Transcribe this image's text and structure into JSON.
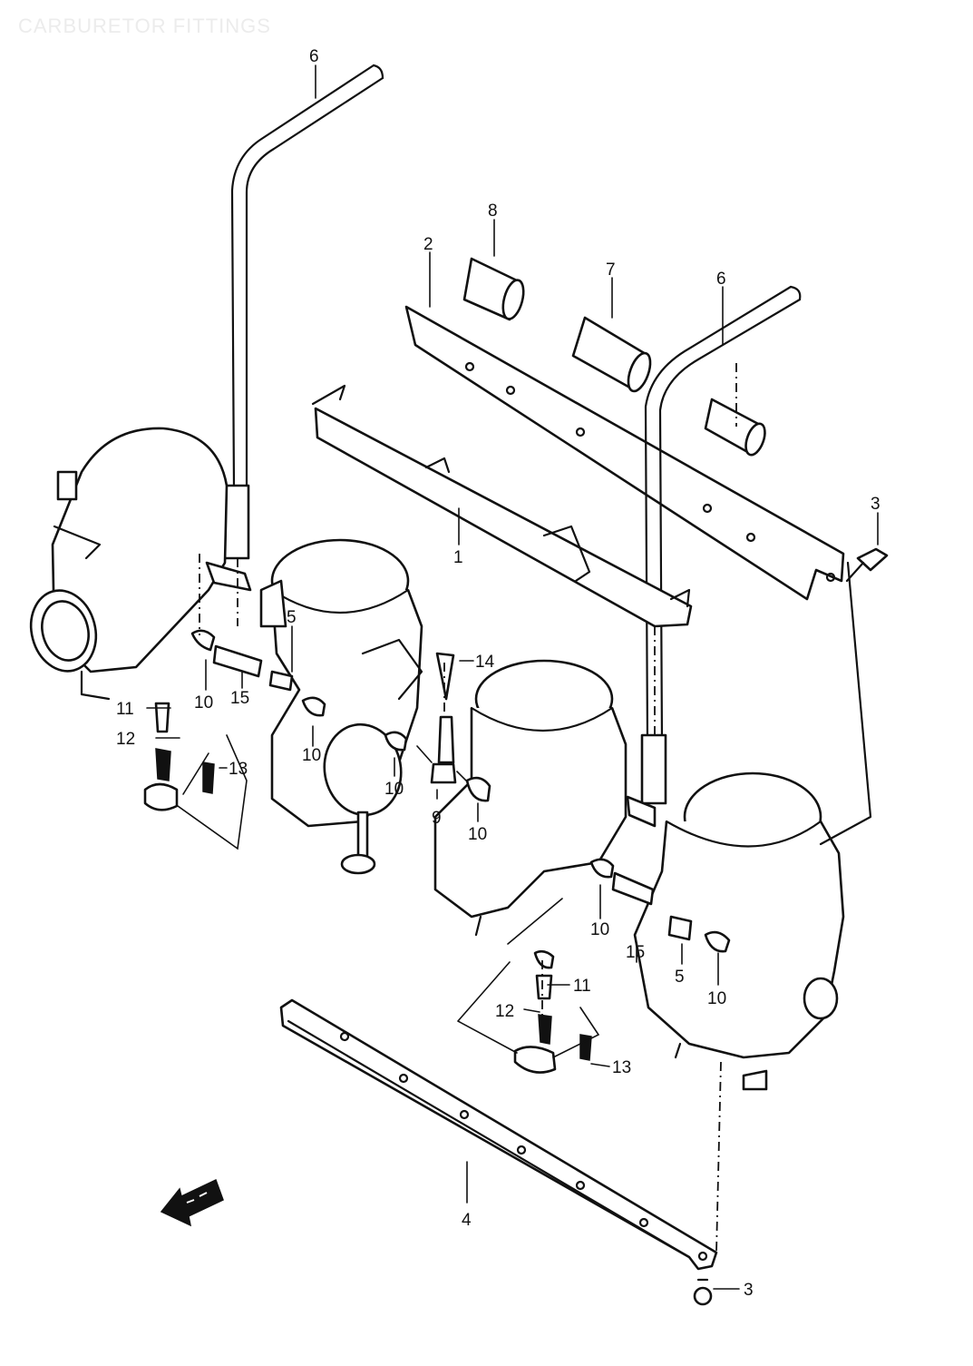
{
  "title": "CARBURETOR FITTINGS",
  "icons": {
    "front_arrow": "front-direction-arrow-icon"
  },
  "callouts": [
    "6",
    "8",
    "2",
    "7",
    "6",
    "3",
    "1",
    "5",
    "14",
    "11",
    "10",
    "15",
    "12",
    "10",
    "13",
    "10",
    "10",
    "9",
    "10",
    "15",
    "5",
    "10",
    "11",
    "12",
    "13",
    "4",
    "3"
  ]
}
